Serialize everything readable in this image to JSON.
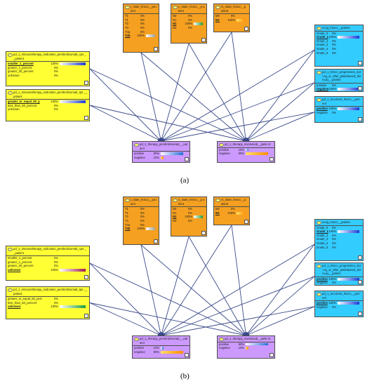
{
  "captions": {
    "a": "(a)",
    "b": "(b)"
  },
  "colors": {
    "orange": "#f5a020",
    "yellow": "#ffff33",
    "cyan": "#33ccff",
    "purple": "#cc99ff",
    "edge": "#3a4a8a"
  },
  "panels": [
    {
      "id": "a",
      "nodes": [
        {
          "id": "t",
          "color": "orange",
          "title": "t_state_hnscc__pa tient",
          "states": [
            {
              "label": "T1",
              "pct": "0%",
              "v": 0
            },
            {
              "label": "T1",
              "pct": "0%",
              "v": 0
            },
            {
              "label": "T2",
              "pct": "0%",
              "v": 0
            },
            {
              "label": "T3",
              "pct": "0%",
              "v": 0
            },
            {
              "label": "T4a",
              "pct": "0%",
              "v": 0
            },
            {
              "label": "T4b",
              "pct": "100%",
              "v": 1,
              "sel": true
            }
          ]
        },
        {
          "id": "n",
          "color": "orange",
          "title": "n_state_hnscc__p atient",
          "states": [
            {
              "label": "N0",
              "pct": "0%",
              "v": 0
            },
            {
              "label": "N1",
              "pct": "0%",
              "v": 0
            },
            {
              "label": "N2",
              "pct": "100%",
              "v": 1,
              "sel": true
            },
            {
              "label": "N3",
              "pct": "0%",
              "v": 0
            }
          ]
        },
        {
          "id": "m",
          "color": "orange",
          "title": "m_state_hnscc__p atient",
          "states": [
            {
              "label": "M0",
              "pct": "0%",
              "v": 0
            },
            {
              "label": "M1",
              "pct": "100%",
              "v": 1,
              "sel": true
            }
          ]
        },
        {
          "id": "cps",
          "color": "yellow",
          "title": "pd_1_immunotherapy_indication_pembrolizumab_cps __patient",
          "states": [
            {
              "label": "smaller_1_percent",
              "pct": "100%",
              "v": 1,
              "sel": true
            },
            {
              "label": "greater_1_percent",
              "pct": "0%",
              "v": 0
            },
            {
              "label": "greater_20_percent",
              "pct": "0%",
              "v": 0
            },
            {
              "label": "unknown",
              "pct": "0%",
              "v": 0
            }
          ]
        },
        {
          "id": "tps",
          "color": "yellow",
          "title": "pd_1_immunotherapy_indication_pembrolizumab_tps __patient",
          "states": [
            {
              "label": "greater_or_equal_50_p",
              "pct": "100%",
              "v": 1,
              "sel": true
            },
            {
              "label": "less_than_50_percent",
              "pct": "0%",
              "v": 0
            },
            {
              "label": "unknown",
              "pct": "0%",
              "v": 0
            }
          ]
        },
        {
          "id": "ecog",
          "color": "cyan",
          "title": "ecog_hnscc__patient",
          "states": [
            {
              "label": "Grade_0",
              "pct": "0%",
              "v": 0
            },
            {
              "label": "Grade_1",
              "pct": "100%",
              "v": 1,
              "sel": true
            },
            {
              "label": "Grade_2",
              "pct": "0%",
              "v": 0
            },
            {
              "label": "Grade_3",
              "pct": "0%",
              "v": 0
            },
            {
              "label": "Grade_4",
              "pct": "0%",
              "v": 0
            },
            {
              "label": "Grade_5",
              "pct": "0%",
              "v": 0
            }
          ]
        },
        {
          "id": "prog",
          "color": "cyan",
          "title": "pd_1_hnscc_progression_duri ng_or_after_platinbased_thera py__patient",
          "states": [
            {
              "label": "positive",
              "pct": "0%",
              "v": 0
            },
            {
              "label": "negative",
              "pct": "100%",
              "v": 1,
              "sel": true
            }
          ]
        },
        {
          "id": "rec",
          "color": "cyan",
          "title": "pd_1_recurrent_hnscc__pat ient",
          "states": [
            {
              "label": "positive",
              "pct": "100%",
              "v": 1,
              "sel": true
            },
            {
              "label": "negative",
              "pct": "0%",
              "v": 0
            }
          ]
        },
        {
          "id": "pem",
          "color": "purple",
          "title": "pd_1_therapy_pembrolizumab__ patient",
          "states": [
            {
              "label": "positive",
              "pct": "90%",
              "v": 0.9
            },
            {
              "label": "negative",
              "pct": "10%",
              "v": 0.1
            }
          ]
        },
        {
          "id": "niv",
          "color": "purple",
          "title": "pd_1_therapy_nivolumab__patie nt",
          "states": [
            {
              "label": "positive",
              "pct": "10%",
              "v": 0.1
            },
            {
              "label": "negative",
              "pct": "90%",
              "v": 0.9
            }
          ]
        }
      ]
    },
    {
      "id": "b",
      "nodes": [
        {
          "id": "t",
          "color": "orange",
          "title": "t_state_hnscc__pa tient",
          "states": [
            {
              "label": "T1",
              "pct": "0%",
              "v": 0
            },
            {
              "label": "T1",
              "pct": "0%",
              "v": 0
            },
            {
              "label": "T2",
              "pct": "0%",
              "v": 0
            },
            {
              "label": "T3",
              "pct": "0%",
              "v": 0
            },
            {
              "label": "T4a",
              "pct": "0%",
              "v": 0
            },
            {
              "label": "T4b",
              "pct": "100%",
              "v": 1,
              "sel": true
            }
          ]
        },
        {
          "id": "n",
          "color": "orange",
          "title": "n_state_hnscc__p atient",
          "states": [
            {
              "label": "N0",
              "pct": "0%",
              "v": 0
            },
            {
              "label": "N1",
              "pct": "0%",
              "v": 0
            },
            {
              "label": "N2",
              "pct": "100%",
              "v": 1,
              "sel": true
            },
            {
              "label": "N3",
              "pct": "0%",
              "v": 0
            }
          ]
        },
        {
          "id": "m",
          "color": "orange",
          "title": "m_state_hnscc__p atient",
          "states": [
            {
              "label": "M0",
              "pct": "0%",
              "v": 0
            },
            {
              "label": "M1",
              "pct": "100%",
              "v": 1,
              "sel": true
            }
          ]
        },
        {
          "id": "cps",
          "color": "yellow",
          "title": "pd_1_immunotherapy_indication_pembrolizumab_cps __patient",
          "states": [
            {
              "label": "smaller_1_percent",
              "pct": "0%",
              "v": 0
            },
            {
              "label": "greater_1_percent",
              "pct": "0%",
              "v": 0
            },
            {
              "label": "greater_20_percent",
              "pct": "0%",
              "v": 0
            },
            {
              "label": "unknown",
              "pct": "100%",
              "v": 1,
              "sel": true
            }
          ]
        },
        {
          "id": "tps",
          "color": "yellow",
          "title": "pd_1_immunotherapy_indication_pembrolizumab_tps __patient",
          "states": [
            {
              "label": "greater_or_equal_50_perc",
              "pct": "0%",
              "v": 0
            },
            {
              "label": "less_than_50_percent",
              "pct": "0%",
              "v": 0
            },
            {
              "label": "unknown",
              "pct": "100%",
              "v": 1,
              "sel": true
            }
          ]
        },
        {
          "id": "ecog",
          "color": "cyan",
          "title": "ecog_hnscc__patient",
          "states": [
            {
              "label": "Grade_0",
              "pct": "0%",
              "v": 0
            },
            {
              "label": "Grade_1",
              "pct": "100%",
              "v": 1,
              "sel": true
            },
            {
              "label": "Grade_2",
              "pct": "0%",
              "v": 0
            },
            {
              "label": "Grade_3",
              "pct": "0%",
              "v": 0
            },
            {
              "label": "Grade_4",
              "pct": "0%",
              "v": 0
            },
            {
              "label": "Grade_5",
              "pct": "0%",
              "v": 0
            }
          ]
        },
        {
          "id": "prog",
          "color": "cyan",
          "title": "pd_1_hnscc_progression_duri ng_or_after_platinbased_thera py__patient",
          "states": [
            {
              "label": "positive",
              "pct": "100%",
              "v": 1,
              "sel": true
            },
            {
              "label": "negative",
              "pct": "0%",
              "v": 0
            }
          ]
        },
        {
          "id": "rec",
          "color": "cyan",
          "title": "pd_1_recurrent_hnscc__pat ient",
          "states": [
            {
              "label": "positive",
              "pct": "100%",
              "v": 1,
              "sel": true
            },
            {
              "label": "negative",
              "pct": "0%",
              "v": 0
            }
          ]
        },
        {
          "id": "pem",
          "color": "purple",
          "title": "pd_1_therapy_pembrolizumab__ patient",
          "states": [
            {
              "label": "positive",
              "pct": "10%",
              "v": 0.1
            },
            {
              "label": "negative",
              "pct": "90%",
              "v": 0.9
            }
          ]
        },
        {
          "id": "niv",
          "color": "purple",
          "title": "pd_1_therapy_nivolumab__patie nt",
          "states": [
            {
              "label": "positive",
              "pct": "90%",
              "v": 0.9
            },
            {
              "label": "negative",
              "pct": "10%",
              "v": 0.1
            }
          ]
        }
      ]
    }
  ],
  "edges": [
    [
      "t",
      "pem"
    ],
    [
      "t",
      "niv"
    ],
    [
      "n",
      "pem"
    ],
    [
      "n",
      "niv"
    ],
    [
      "m",
      "pem"
    ],
    [
      "m",
      "niv"
    ],
    [
      "cps",
      "pem"
    ],
    [
      "cps",
      "niv"
    ],
    [
      "tps",
      "pem"
    ],
    [
      "tps",
      "niv"
    ],
    [
      "ecog",
      "pem"
    ],
    [
      "ecog",
      "niv"
    ],
    [
      "prog",
      "pem"
    ],
    [
      "prog",
      "niv"
    ],
    [
      "rec",
      "pem"
    ],
    [
      "rec",
      "niv"
    ]
  ]
}
